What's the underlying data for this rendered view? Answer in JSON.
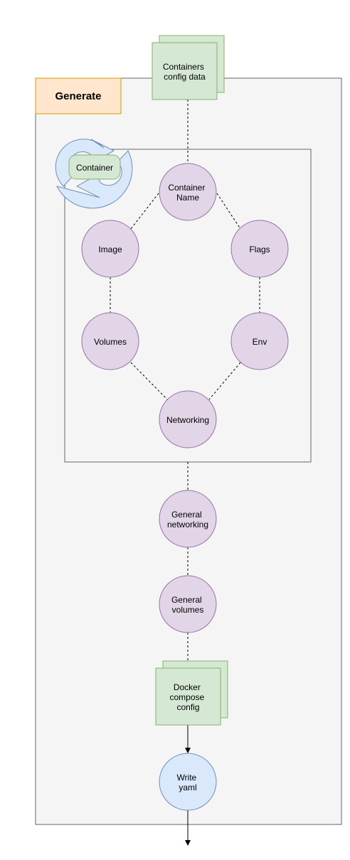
{
  "outer_group": {
    "label": "Generate",
    "colors": {
      "fill": "#f5f5f5",
      "stroke": "#666666",
      "label_fill": "#ffe6cc",
      "label_stroke": "#d79b00"
    }
  },
  "container_group": {
    "label": "Container",
    "icon": "refresh-cycle-icon",
    "colors": {
      "fill": "#f5f5f5",
      "stroke": "#666666",
      "icon_fill": "#dae8fc",
      "icon_stroke": "#6c8ebf",
      "label_fill": "#d5e8d4",
      "label_stroke": "#82b366"
    }
  },
  "data_nodes": {
    "containers_config": [
      "Containers",
      "config data"
    ],
    "docker_compose_config": [
      "Docker",
      "compose",
      "config"
    ],
    "colors": {
      "fill": "#d5e8d4",
      "stroke": "#82b366"
    }
  },
  "circle_nodes": {
    "container_name": [
      "Container",
      "Name"
    ],
    "image": [
      "Image"
    ],
    "flags": [
      "Flags"
    ],
    "volumes": [
      "Volumes"
    ],
    "env": [
      "Env"
    ],
    "networking": [
      "Networking"
    ],
    "general_networking": [
      "General",
      "networking"
    ],
    "general_volumes": [
      "General",
      "volumes"
    ],
    "colors": {
      "fill": "#e1d5e7",
      "stroke": "#9673a6"
    }
  },
  "output_node": {
    "write_yaml": [
      "Write",
      "yaml"
    ],
    "colors": {
      "fill": "#dae8fc",
      "stroke": "#6c8ebf"
    }
  }
}
